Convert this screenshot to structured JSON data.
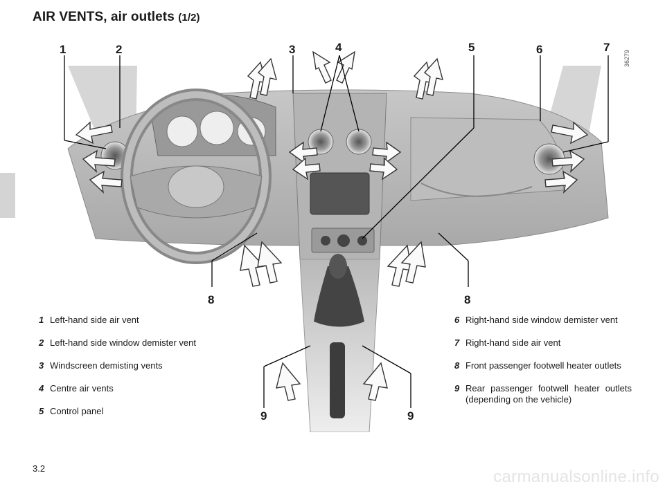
{
  "header": {
    "title_main": "AIR VENTS, air outlets",
    "title_sub": "(1/2)"
  },
  "figure": {
    "reference": "36279",
    "callouts": [
      "1",
      "2",
      "3",
      "4",
      "5",
      "6",
      "7",
      "8",
      "8",
      "9",
      "9"
    ]
  },
  "legend_left": [
    {
      "key": "1",
      "text": "Left-hand side air vent"
    },
    {
      "key": "2",
      "text": "Left-hand side window demister vent"
    },
    {
      "key": "3",
      "text": "Windscreen demisting vents"
    },
    {
      "key": "4",
      "text": "Centre air vents"
    },
    {
      "key": "5",
      "text": "Control panel"
    }
  ],
  "legend_right": [
    {
      "key": "6",
      "text": "Right-hand side window demister vent"
    },
    {
      "key": "7",
      "text": "Right-hand side air vent"
    },
    {
      "key": "8",
      "text": "Front passenger footwell heater outlets"
    },
    {
      "key": "9",
      "text": "Rear passenger footwell heater outlets (depending on the vehicle)"
    }
  ],
  "footer": {
    "page": "3.2",
    "watermark": "carmanualsonline.info"
  }
}
